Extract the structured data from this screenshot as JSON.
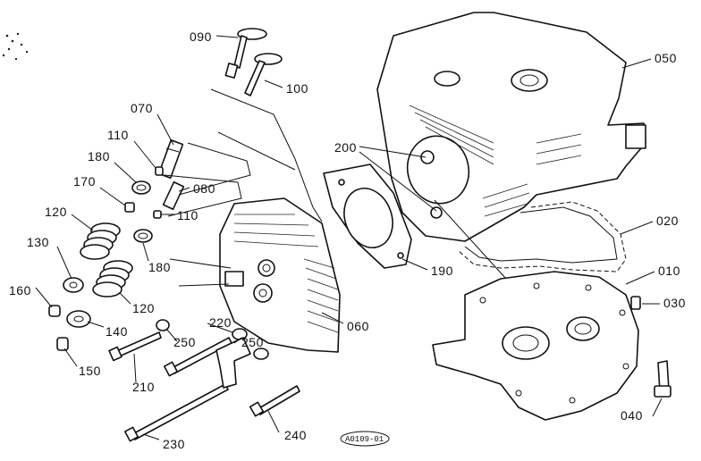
{
  "parts": [
    {
      "id": "p090",
      "number": "090"
    },
    {
      "id": "p100",
      "number": "100"
    },
    {
      "id": "p070",
      "number": "070"
    },
    {
      "id": "p110a",
      "number": "110"
    },
    {
      "id": "p180a",
      "number": "180"
    },
    {
      "id": "p080",
      "number": "080"
    },
    {
      "id": "p170",
      "number": "170"
    },
    {
      "id": "p110b",
      "number": "110"
    },
    {
      "id": "p120a",
      "number": "120"
    },
    {
      "id": "p180b",
      "number": "180"
    },
    {
      "id": "p130",
      "number": "130"
    },
    {
      "id": "p120b",
      "number": "120"
    },
    {
      "id": "p160",
      "number": "160"
    },
    {
      "id": "p140",
      "number": "140"
    },
    {
      "id": "p150",
      "number": "150"
    },
    {
      "id": "p250a",
      "number": "250"
    },
    {
      "id": "p220",
      "number": "220"
    },
    {
      "id": "p250b",
      "number": "250"
    },
    {
      "id": "p210",
      "number": "210"
    },
    {
      "id": "p230",
      "number": "230"
    },
    {
      "id": "p240",
      "number": "240"
    },
    {
      "id": "p060",
      "number": "060"
    },
    {
      "id": "p200",
      "number": "200"
    },
    {
      "id": "p190",
      "number": "190"
    },
    {
      "id": "p050",
      "number": "050"
    },
    {
      "id": "p020",
      "number": "020"
    },
    {
      "id": "p010",
      "number": "010"
    },
    {
      "id": "p030",
      "number": "030"
    },
    {
      "id": "p040",
      "number": "040"
    }
  ],
  "drawing_ref": "A0109-01"
}
